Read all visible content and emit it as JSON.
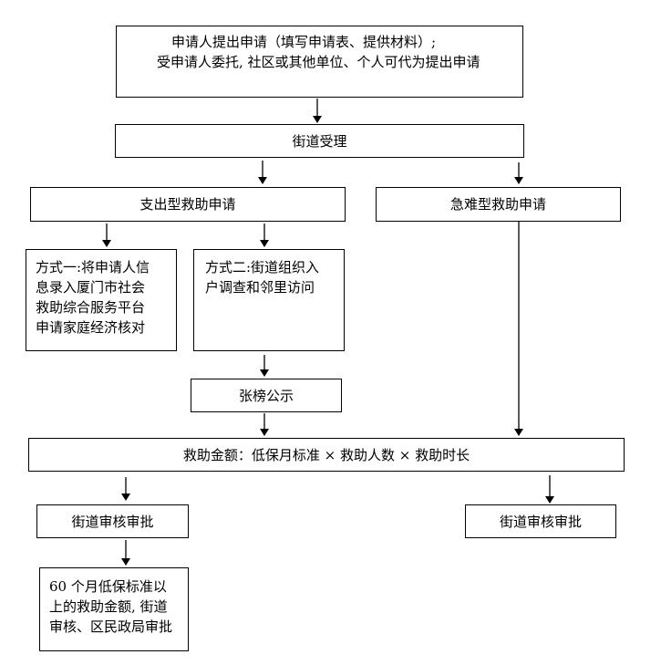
{
  "nodes": {
    "request": {
      "lines": [
        "申请人提出申请（填写申请表、提供材料）;",
        "受申请人委托, 社区或其他单位、个人可代为提出申请"
      ]
    },
    "accept": {
      "label": "街道受理"
    },
    "expense": {
      "label": "支出型救助申请"
    },
    "emergency": {
      "label": "急难型救助申请"
    },
    "method1": {
      "lines": [
        "方式一:将申请人信",
        "息录入厦门市社会",
        "救助综合服务平台",
        "申请家庭经济核对"
      ]
    },
    "method2": {
      "lines": [
        "方式二:街道组织入",
        "户调查和邻里访问"
      ]
    },
    "notice": {
      "label": "张榜公示"
    },
    "amount": {
      "label": "救助金额：低保月标准 × 救助人数 × 救助时长"
    },
    "review_left": {
      "label": "街道审核审批"
    },
    "review_right": {
      "label": "街道审核审批"
    },
    "district": {
      "lines": [
        "60 个月低保标准以",
        "上的救助金额, 街道",
        "审核、区民政局审批"
      ]
    }
  }
}
